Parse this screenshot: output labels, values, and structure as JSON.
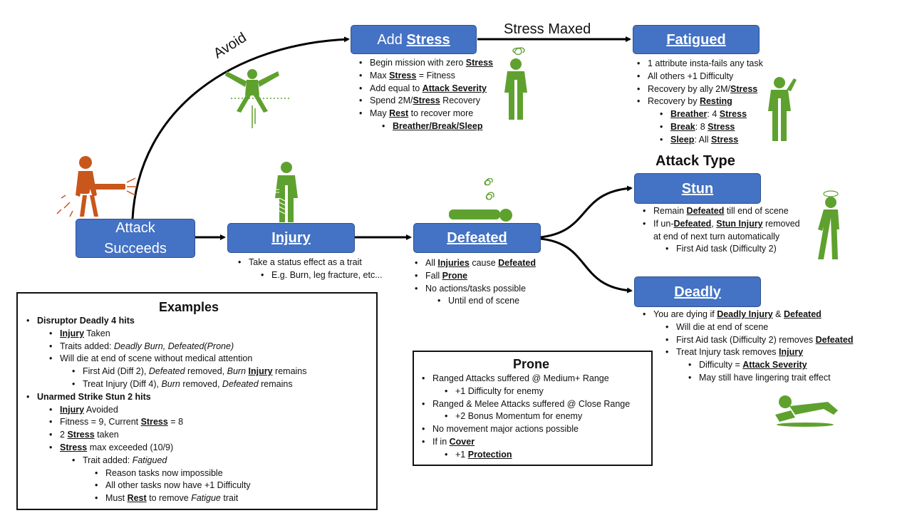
{
  "nodes": {
    "attack_line1": "Attack",
    "attack_line2": "Succeeds",
    "injury": "Injury",
    "defeated": "Defeated",
    "stress_prefix": "Add",
    "stress_word": "Stress",
    "fatigued": "Fatigued",
    "stun": "Stun",
    "deadly": "Deadly"
  },
  "labels": {
    "avoid": "Avoid",
    "stress_maxed": "Stress Maxed",
    "attack_type": "Attack Type"
  },
  "injury_notes": [
    [
      {
        "t": "Take a status effect as a trait"
      }
    ],
    [
      {
        "t": "E.g. Burn, leg fracture, etc..."
      }
    ]
  ],
  "defeated_notes": [
    [
      {
        "t": "All "
      },
      {
        "t": "Injuries",
        "s": "bu"
      },
      {
        "t": " cause "
      },
      {
        "t": "Defeated",
        "s": "bu"
      }
    ],
    [
      {
        "t": "Fall "
      },
      {
        "t": "Prone",
        "s": "bu"
      }
    ],
    [
      {
        "t": "No actions/tasks possible"
      }
    ],
    [
      {
        "t": "Until end of scene"
      }
    ]
  ],
  "stress_notes": [
    [
      {
        "t": "Begin mission with zero "
      },
      {
        "t": "Stress",
        "s": "bu"
      }
    ],
    [
      {
        "t": "Max "
      },
      {
        "t": "Stress",
        "s": "bu"
      },
      {
        "t": " = Fitness"
      }
    ],
    [
      {
        "t": "Add equal to "
      },
      {
        "t": "Attack Severity",
        "s": "bu"
      }
    ],
    [
      {
        "t": "Spend 2M/"
      },
      {
        "t": "Stress",
        "s": "bu"
      },
      {
        "t": " Recovery"
      }
    ],
    [
      {
        "t": "May "
      },
      {
        "t": "Rest",
        "s": "bu"
      },
      {
        "t": " to recover more"
      }
    ],
    [
      {
        "t": "Breather/Break/Sleep",
        "s": "bu"
      }
    ]
  ],
  "fatigued_notes": [
    [
      {
        "t": "1 attribute insta-fails any task"
      }
    ],
    [
      {
        "t": "All others +1 Difficulty"
      }
    ],
    [
      {
        "t": "Recovery by ally 2M/"
      },
      {
        "t": "Stress",
        "s": "bu"
      }
    ],
    [
      {
        "t": "Recovery by "
      },
      {
        "t": "Resting",
        "s": "bu"
      }
    ],
    [
      {
        "t": "Breather",
        "s": "bu"
      },
      {
        "t": ": 4 "
      },
      {
        "t": "Stress",
        "s": "bu"
      }
    ],
    [
      {
        "t": "Break",
        "s": "bu"
      },
      {
        "t": ": 8 "
      },
      {
        "t": "Stress",
        "s": "bu"
      }
    ],
    [
      {
        "t": "Sleep",
        "s": "bu"
      },
      {
        "t": ": All "
      },
      {
        "t": "Stress",
        "s": "bu"
      }
    ]
  ],
  "stun_notes": [
    [
      {
        "t": "Remain "
      },
      {
        "t": "Defeated",
        "s": "bu"
      },
      {
        "t": " till end of scene"
      }
    ],
    [
      {
        "t": "If un-"
      },
      {
        "t": "Defeated",
        "s": "bu"
      },
      {
        "t": ", "
      },
      {
        "t": "Stun Injury",
        "s": "bu"
      },
      {
        "t": " removed"
      }
    ],
    [
      {
        "t": "at end of next turn automatically"
      }
    ],
    [
      {
        "t": "First Aid task (Difficulty 2)"
      }
    ]
  ],
  "deadly_notes": [
    [
      {
        "t": "You are dying if "
      },
      {
        "t": "Deadly Injury",
        "s": "bu"
      },
      {
        "t": " & "
      },
      {
        "t": "Defeated",
        "s": "bu"
      }
    ],
    [
      {
        "t": "Will die at end of scene"
      }
    ],
    [
      {
        "t": "First Aid task (Difficulty 2) removes "
      },
      {
        "t": "Defeated",
        "s": "bu"
      }
    ],
    [
      {
        "t": "Treat Injury task removes "
      },
      {
        "t": "Injury",
        "s": "bu"
      }
    ],
    [
      {
        "t": "Difficulty = "
      },
      {
        "t": "Attack Severity",
        "s": "bu"
      }
    ],
    [
      {
        "t": "May still have lingering trait effect"
      }
    ]
  ],
  "examples": {
    "title": "Examples",
    "rows": [
      [
        {
          "t": "Disruptor Deadly 4 hits",
          "s": "b"
        }
      ],
      [
        {
          "t": "Injury",
          "s": "bu"
        },
        {
          "t": " Taken"
        }
      ],
      [
        {
          "t": "Traits added: "
        },
        {
          "t": "Deadly Burn, Defeated(Prone)",
          "s": "i"
        }
      ],
      [
        {
          "t": "Will die at end of scene without medical attention"
        }
      ],
      [
        {
          "t": "First Aid (Diff 2), "
        },
        {
          "t": "Defeated",
          "s": "i"
        },
        {
          "t": " removed, "
        },
        {
          "t": "Burn",
          "s": "i"
        },
        {
          "t": " "
        },
        {
          "t": "Injury",
          "s": "bu"
        },
        {
          "t": " remains"
        }
      ],
      [
        {
          "t": "Treat Injury (Diff 4), "
        },
        {
          "t": "Burn",
          "s": "i"
        },
        {
          "t": " removed, "
        },
        {
          "t": "Defeated",
          "s": "i"
        },
        {
          "t": " remains"
        }
      ],
      [
        {
          "t": "Unarmed Strike Stun 2 hits",
          "s": "b"
        }
      ],
      [
        {
          "t": "Injury",
          "s": "bu"
        },
        {
          "t": " Avoided"
        }
      ],
      [
        {
          "t": "Fitness = 9, Current "
        },
        {
          "t": "Stress",
          "s": "bu"
        },
        {
          "t": " = 8"
        }
      ],
      [
        {
          "t": "2 "
        },
        {
          "t": "Stress",
          "s": "bu"
        },
        {
          "t": " taken"
        }
      ],
      [
        {
          "t": "Stress",
          "s": "bu"
        },
        {
          "t": " max exceeded (10/9)"
        }
      ],
      [
        {
          "t": "Trait added: "
        },
        {
          "t": "Fatigued",
          "s": "i"
        }
      ],
      [
        {
          "t": "Reason tasks now impossible"
        }
      ],
      [
        {
          "t": "All other tasks now have +1 Difficulty"
        }
      ],
      [
        {
          "t": "Must "
        },
        {
          "t": "Rest",
          "s": "bu"
        },
        {
          "t": " to remove "
        },
        {
          "t": "Fatigue",
          "s": "i"
        },
        {
          "t": " trait"
        }
      ]
    ]
  },
  "prone": {
    "title": "Prone",
    "rows": [
      [
        {
          "t": "Ranged Attacks suffered @ Medium+ Range"
        }
      ],
      [
        {
          "t": "+1 Difficulty for enemy"
        }
      ],
      [
        {
          "t": "Ranged & Melee Attacks suffered @ Close Range"
        }
      ],
      [
        {
          "t": "+2 Bonus Momentum for enemy"
        }
      ],
      [
        {
          "t": "No movement major actions possible"
        }
      ],
      [
        {
          "t": "If in "
        },
        {
          "t": "Cover",
          "s": "bu"
        }
      ],
      [
        {
          "t": "+1 "
        },
        {
          "t": "Protection",
          "s": "bu"
        }
      ]
    ]
  },
  "colors": {
    "node_fill": "#4472c4",
    "node_border": "#2f528f",
    "figure_green": "#5fa12f",
    "figure_orange": "#c9561a"
  },
  "icons": [
    "gunner-icon",
    "jumping-figure-icon",
    "injured-figure-icon",
    "lying-defeated-figure-icon",
    "stressed-figure-icon",
    "drinking-figure-icon",
    "dizzy-figure-icon",
    "collapsed-figure-icon"
  ]
}
